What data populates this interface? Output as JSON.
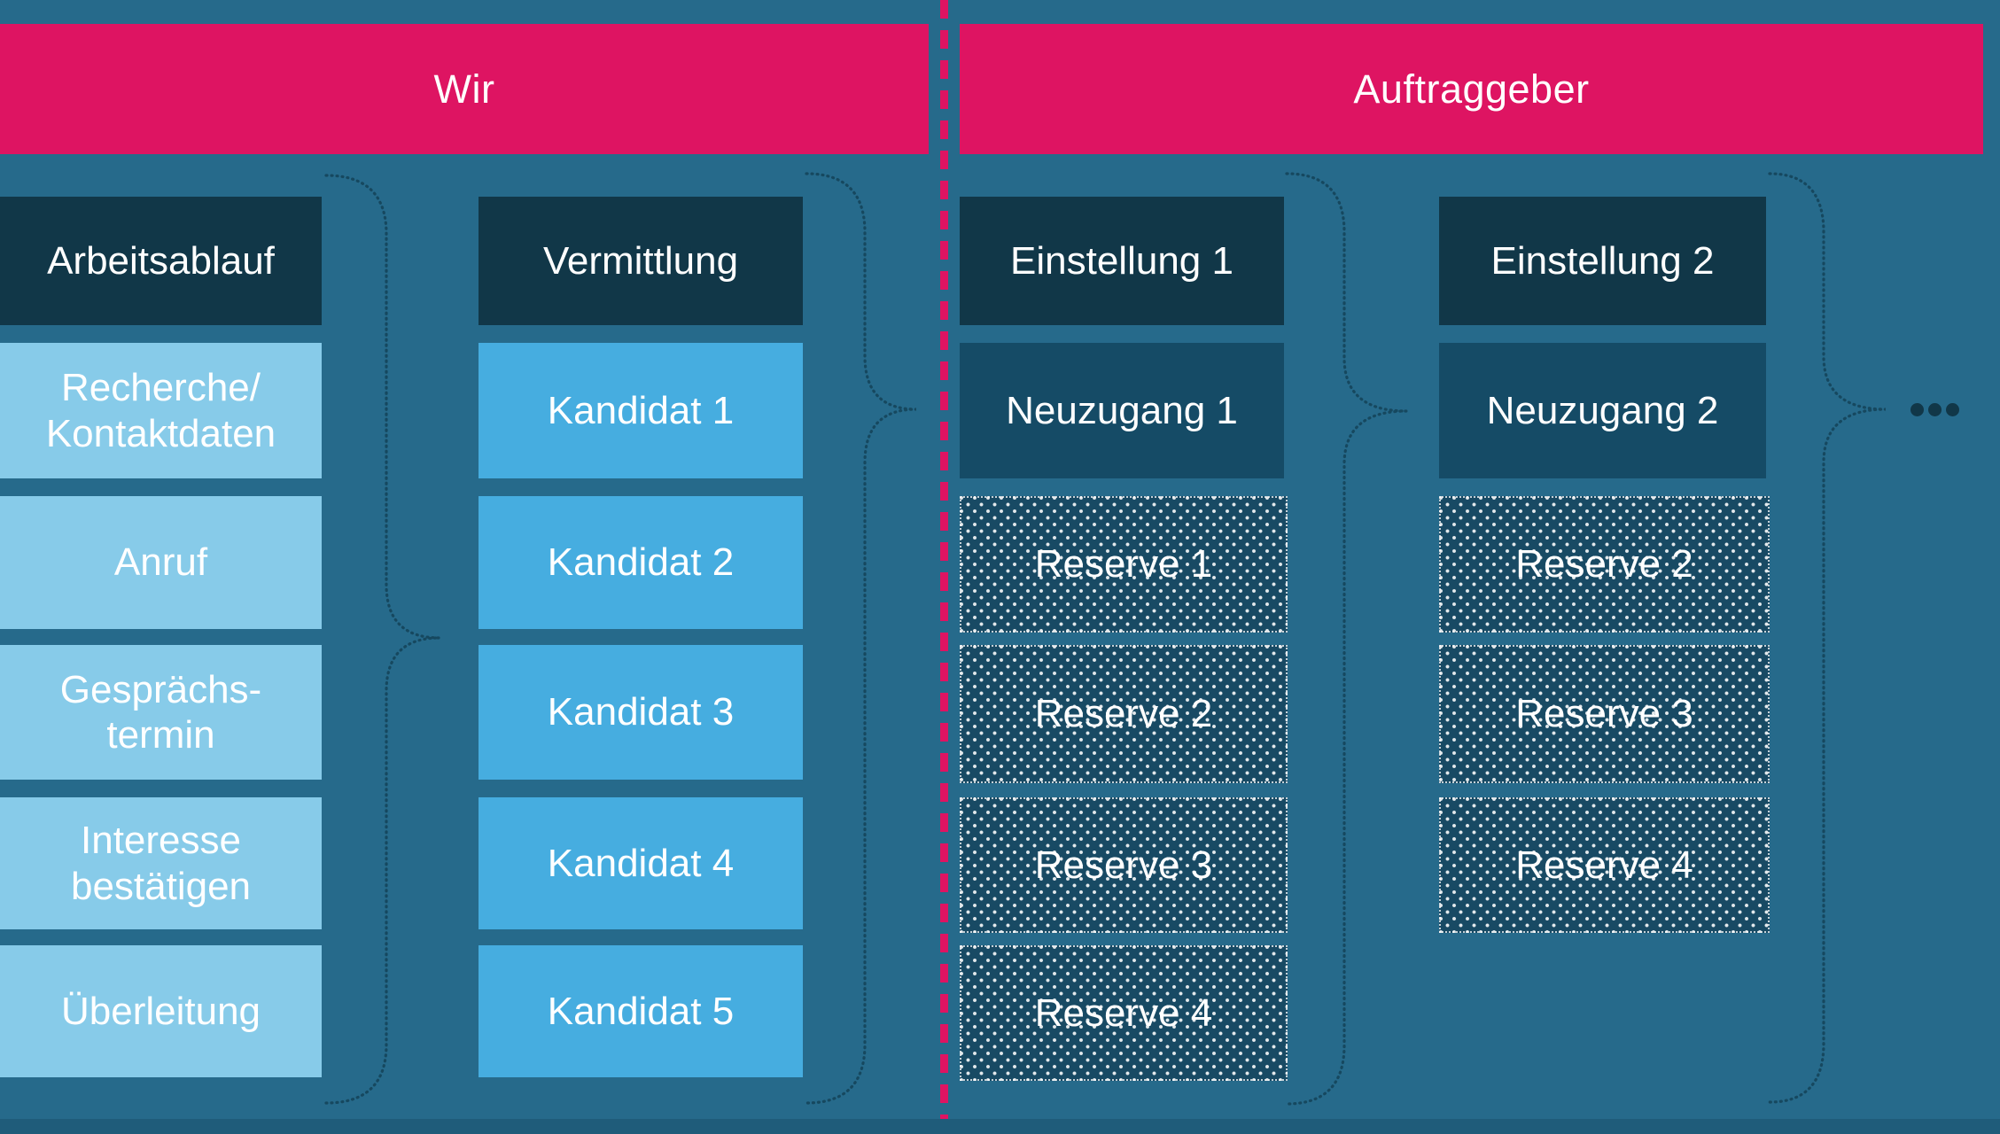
{
  "headers": {
    "left": "Wir",
    "right": "Auftraggeber"
  },
  "columns": [
    {
      "header": "Arbeitsablauf",
      "items": [
        "Recherche/\nKontaktdaten",
        "Anruf",
        "Gesprächs-\ntermin",
        "Interesse\nbestätigen",
        "Überleitung"
      ]
    },
    {
      "header": "Vermittlung",
      "items": [
        "Kandidat 1",
        "Kandidat 2",
        "Kandidat 3",
        "Kandidat 4",
        "Kandidat 5"
      ]
    },
    {
      "header": "Einstellung 1",
      "items": [
        "Neuzugang 1",
        "Reserve 1",
        "Reserve 2",
        "Reserve 3",
        "Reserve 4"
      ]
    },
    {
      "header": "Einstellung 2",
      "items": [
        "Neuzugang 2",
        "Reserve 2",
        "Reserve 3",
        "Reserve 4"
      ]
    }
  ],
  "more_indicator": "ellipsis-icon",
  "colors": {
    "background": "#266a8b",
    "banner_pink": "#de1462",
    "dark_navy_box": "#113748",
    "new_hire_box": "#154b66",
    "reserve_box": "#184a64",
    "workflow_box_light_blue": "#87cbe9",
    "candidate_box_blue": "#46ade0",
    "brace_stroke": "#16485f",
    "divider_dash_pink": "#de1462"
  }
}
